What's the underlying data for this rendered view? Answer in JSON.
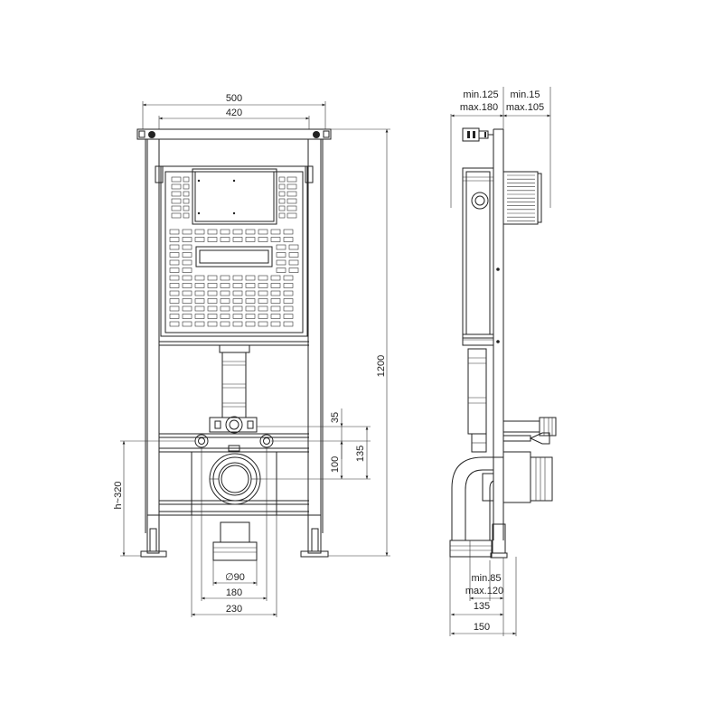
{
  "front_view": {
    "width_outer": "500",
    "width_inner": "420",
    "height_total": "1200",
    "height_adjust": "h~320",
    "dim_35": "35",
    "dim_100": "100",
    "dim_135": "135",
    "pipe_diameter": "∅90",
    "dim_180": "180",
    "dim_230": "230"
  },
  "side_view": {
    "top_left_min": "min.125",
    "top_left_max": "max.180",
    "top_right_min": "min.15",
    "top_right_max": "max.105",
    "bottom_min": "min.85",
    "bottom_max": "max.120",
    "dim_135": "135",
    "dim_150": "150"
  },
  "colors": {
    "line": "#222222",
    "background": "#ffffff"
  }
}
